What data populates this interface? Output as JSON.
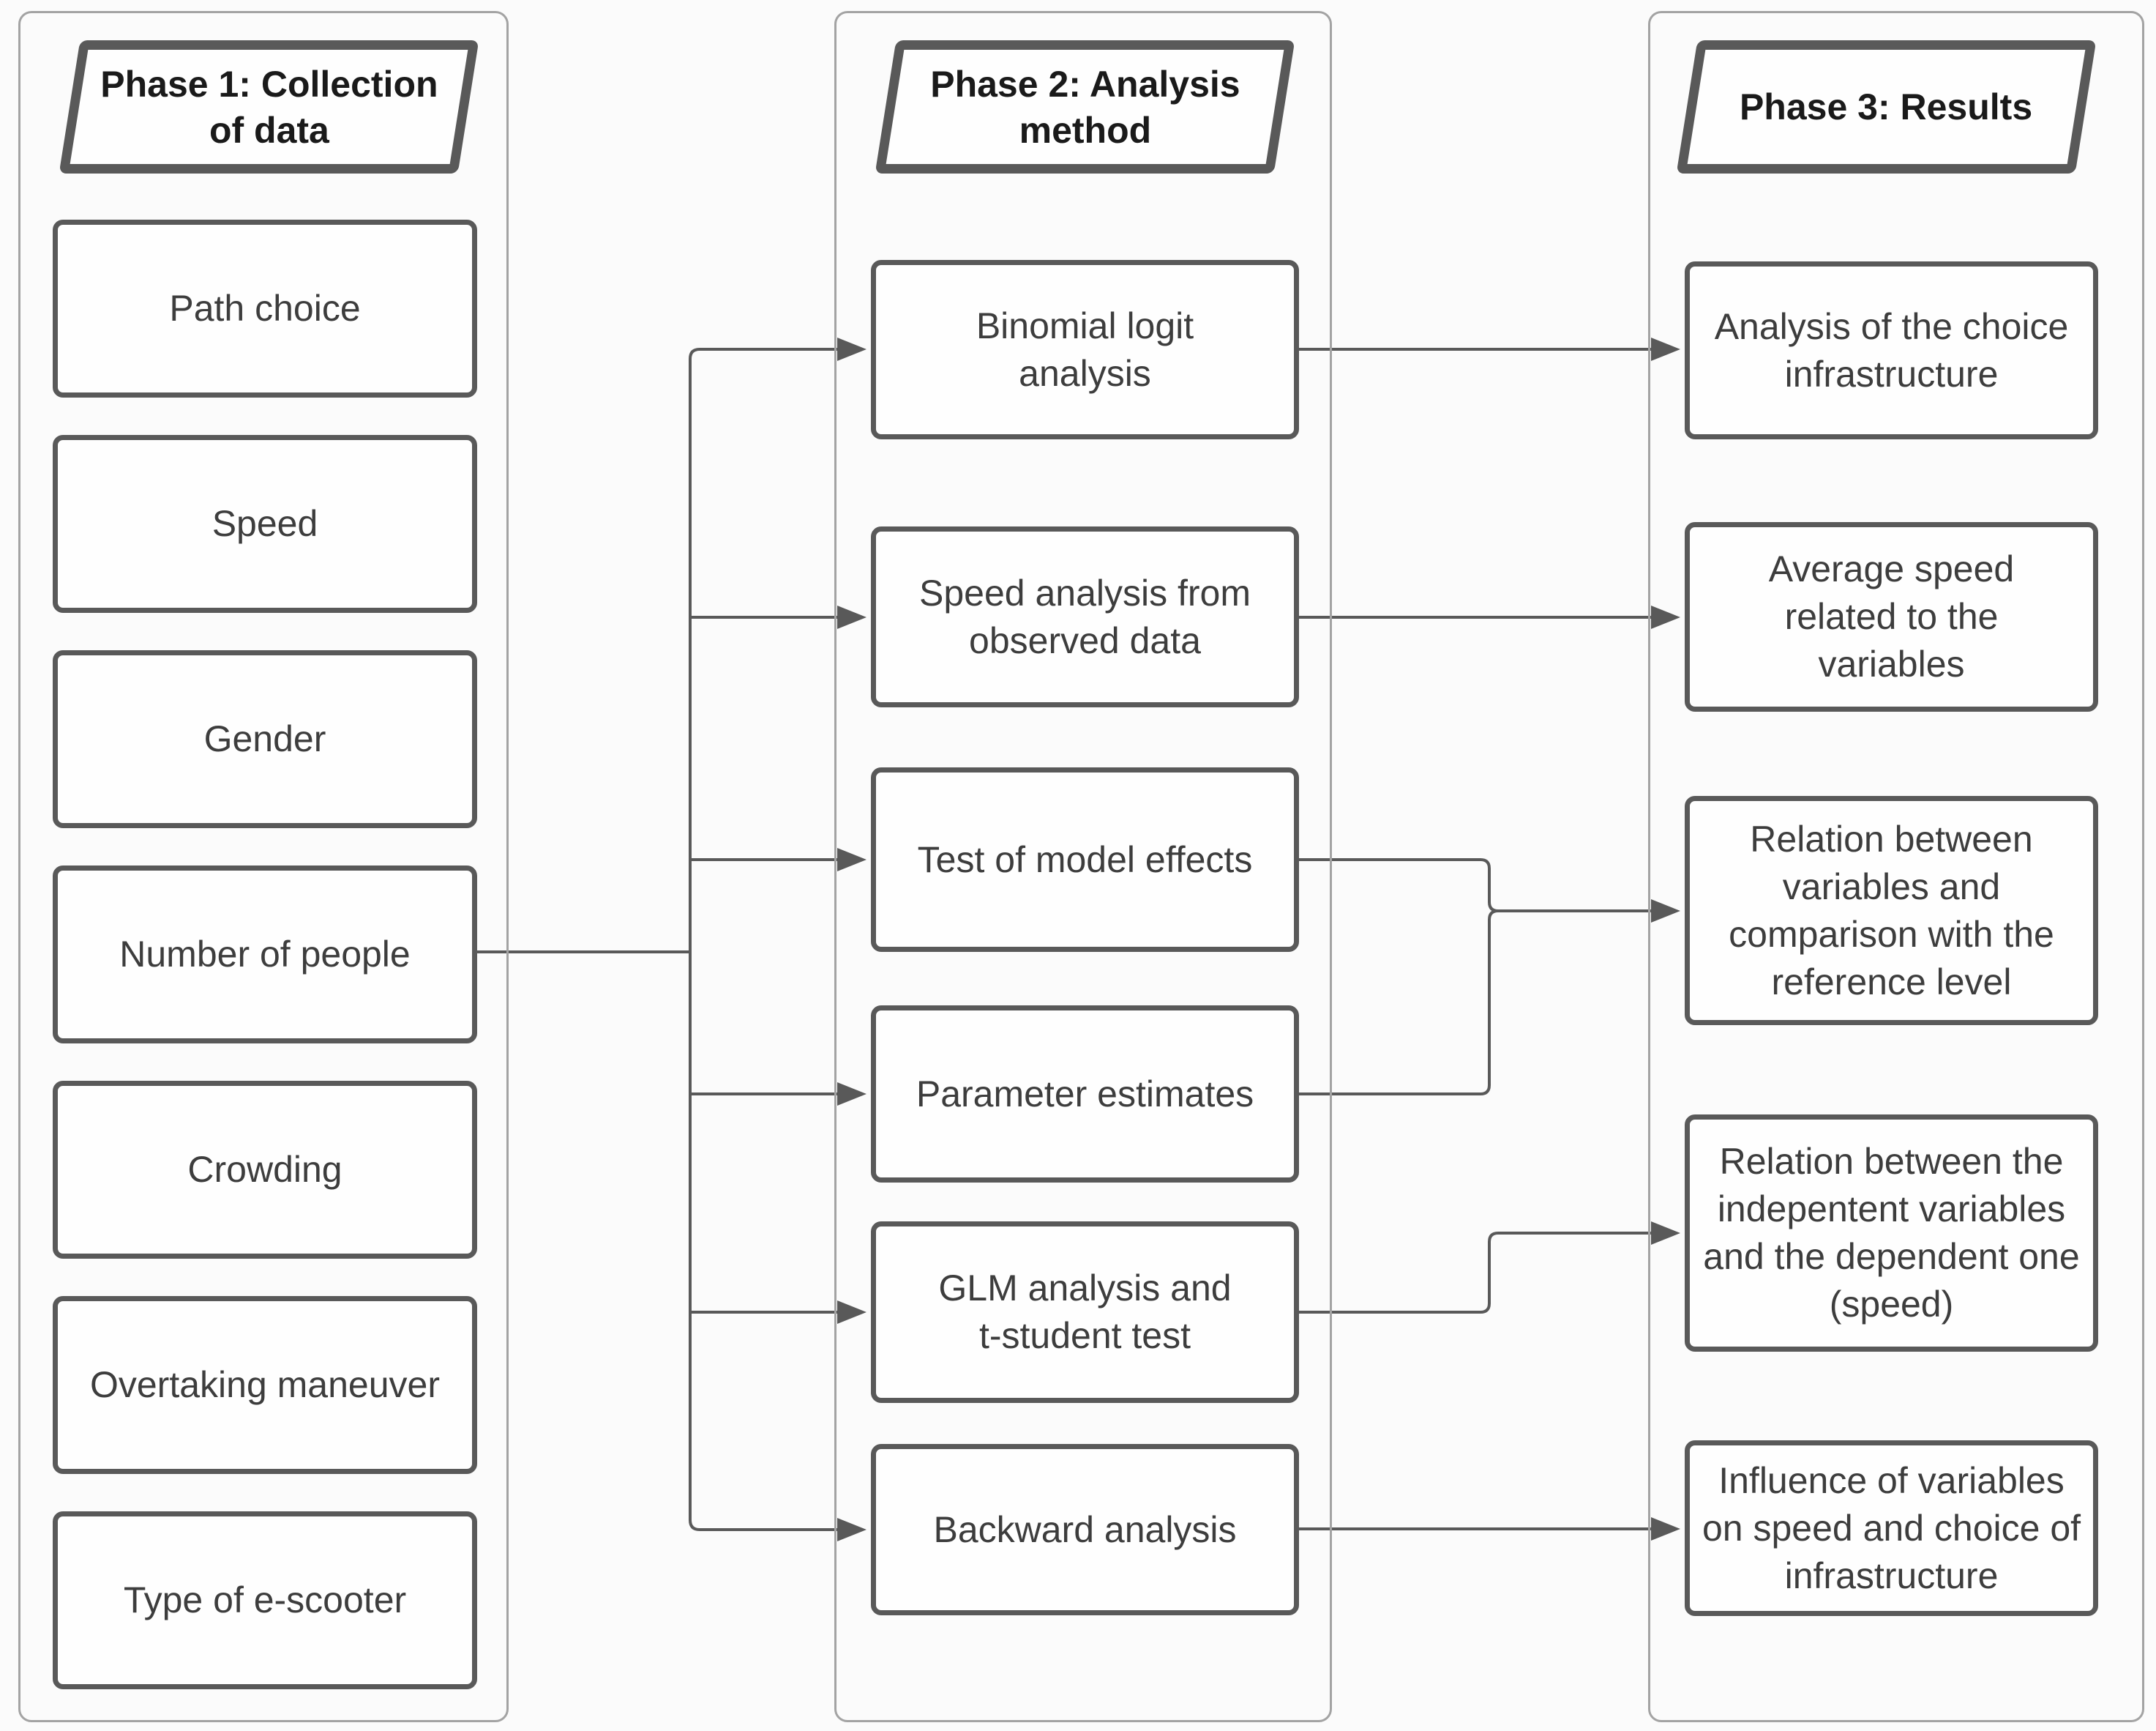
{
  "colors": {
    "shape_border": "#595959",
    "container_border": "#a3a3a3",
    "connector": "#595959",
    "text": "#3d3d3d",
    "heading_text": "#1a1a1a",
    "box_fill": "#fefefe",
    "page_bg": "#fbfbfb"
  },
  "phases": [
    {
      "header": "Phase 1: Collection of data",
      "items": [
        "Path choice",
        "Speed",
        "Gender",
        "Number of people",
        "Crowding",
        "Overtaking maneuver",
        "Type of e-scooter"
      ]
    },
    {
      "header": "Phase 2: Analysis method",
      "items": [
        "Binomial logit analysis",
        "Speed analysis from observed data",
        "Test of model effects",
        "Parameter estimates",
        "GLM analysis and t-student test",
        "Backward analysis"
      ]
    },
    {
      "header": "Phase 3: Results",
      "items": [
        "Analysis of the choice infrastructure",
        "Average speed related to the variables",
        "Relation between variables and comparison with the reference level",
        "Relation between the indepentent variables and the dependent one (speed)",
        "Influence of variables on speed and choice of infrastructure"
      ]
    }
  ],
  "edges": [
    {
      "from": "Number of people",
      "to": "Binomial logit analysis"
    },
    {
      "from": "Number of people",
      "to": "Speed analysis from observed data"
    },
    {
      "from": "Number of people",
      "to": "Test of model effects"
    },
    {
      "from": "Number of people",
      "to": "Parameter estimates"
    },
    {
      "from": "Number of people",
      "to": "GLM analysis and t-student test"
    },
    {
      "from": "Number of people",
      "to": "Backward analysis"
    },
    {
      "from": "Binomial logit analysis",
      "to": "Analysis of the choice infrastructure"
    },
    {
      "from": "Speed analysis from observed data",
      "to": "Average speed related to the variables"
    },
    {
      "from": "Test of model effects",
      "to": "Relation between variables and comparison with the reference level"
    },
    {
      "from": "Parameter estimates",
      "to": "Relation between variables and comparison with the reference level"
    },
    {
      "from": "GLM analysis and t-student test",
      "to": "Relation between the indepentent variables and the dependent one (speed)"
    },
    {
      "from": "Backward analysis",
      "to": "Influence of variables on speed and choice of infrastructure"
    }
  ]
}
